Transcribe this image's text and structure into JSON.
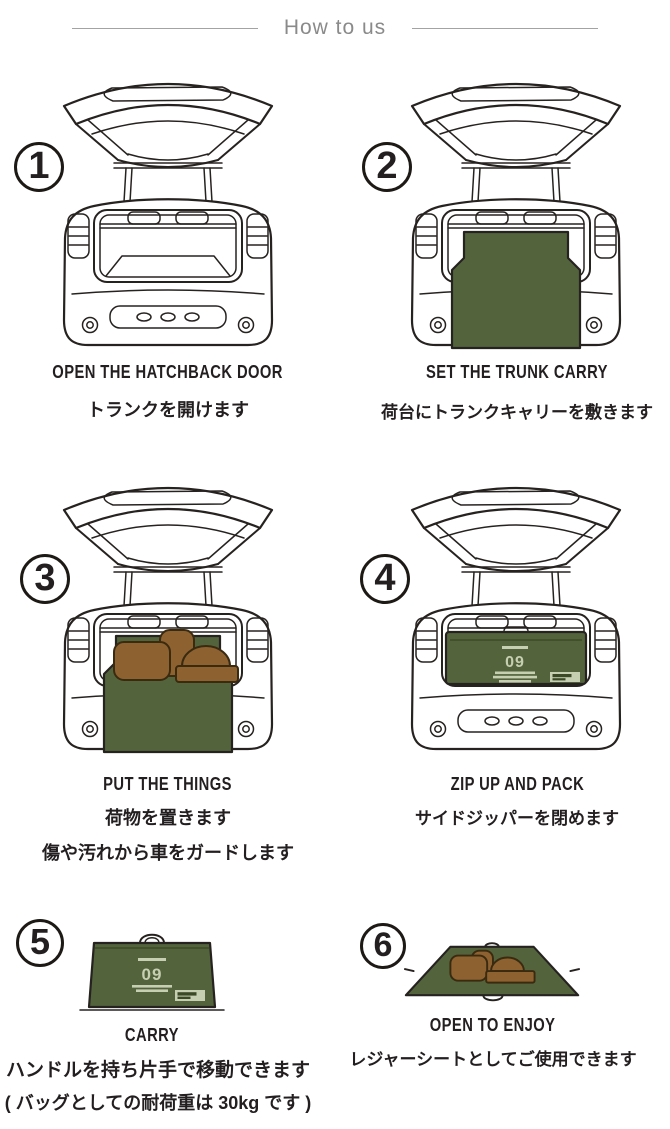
{
  "header": {
    "title": "How to us"
  },
  "steps": [
    {
      "number": "1",
      "title_en": "OPEN THE HATCHBACK DOOR",
      "caption_jp": [
        "トランクを開けます"
      ]
    },
    {
      "number": "2",
      "title_en": "SET THE TRUNK CARRY",
      "caption_jp": [
        "荷台にトランクキャリーを敷きます"
      ]
    },
    {
      "number": "3",
      "title_en": "PUT THE THINGS",
      "caption_jp": [
        "荷物を置きます",
        "傷や汚れから車をガードします"
      ]
    },
    {
      "number": "4",
      "title_en": "ZIP UP AND PACK",
      "caption_jp": [
        "サイドジッパーを閉めます"
      ]
    },
    {
      "number": "5",
      "title_en": "CARRY",
      "caption_jp": [
        "ハンドルを持ち片手で移動できます",
        "( バッグとしての耐荷重は 30kg です )"
      ]
    },
    {
      "number": "6",
      "title_en": "OPEN TO ENJOY",
      "caption_jp": [
        "レジャーシートとしてご使用できます"
      ]
    }
  ],
  "product": {
    "print_number": "09"
  },
  "colors": {
    "tarp_green": "#53643c",
    "item_brown": "#8e6130",
    "line_dark": "#262220",
    "print_pale": "#c6cfb2",
    "header_gray": "#8a8a8a",
    "text_black": "#231f20"
  }
}
